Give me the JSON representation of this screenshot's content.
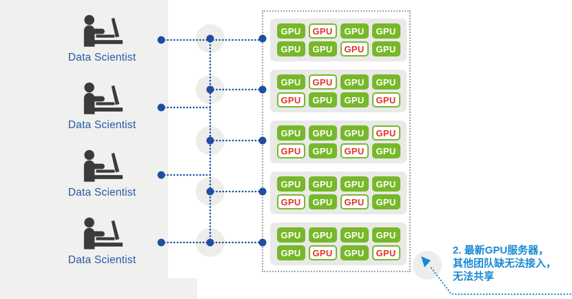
{
  "left_panel": {
    "scientists": [
      {
        "label": "Data Scientist"
      },
      {
        "label": "Data Scientist"
      },
      {
        "label": "Data Scientist"
      },
      {
        "label": "Data Scientist"
      }
    ]
  },
  "gpu_cluster": {
    "chip_label": "GPU",
    "servers": [
      {
        "rows": [
          [
            "green",
            "red",
            "green",
            "green"
          ],
          [
            "green",
            "green",
            "red",
            "green"
          ]
        ]
      },
      {
        "rows": [
          [
            "green",
            "red",
            "green",
            "green"
          ],
          [
            "red",
            "green",
            "green",
            "red"
          ]
        ]
      },
      {
        "rows": [
          [
            "green",
            "green",
            "green",
            "red"
          ],
          [
            "red",
            "green",
            "red",
            "green"
          ]
        ]
      },
      {
        "rows": [
          [
            "green",
            "green",
            "green",
            "green"
          ],
          [
            "red",
            "green",
            "red",
            "green"
          ]
        ]
      },
      {
        "rows": [
          [
            "green",
            "green",
            "green",
            "green"
          ],
          [
            "green",
            "red",
            "green",
            "red"
          ]
        ]
      }
    ]
  },
  "annotation": {
    "lines": [
      "2. 最新GPU服务器，",
      "其他团队缺无法接入，",
      "无法共享"
    ]
  },
  "colors": {
    "gpu_green": "#77b82a",
    "gpu_red_text": "#e23329",
    "connector_blue": "#1f4ea2",
    "label_blue": "#2a57a5",
    "annotation_blue": "#1789d4",
    "panel_gray": "#f0f0ef",
    "server_gray": "#e9e9e8",
    "icon_gray": "#3b3b3b",
    "halo_gray": "#ededec",
    "dashed_border_gray": "#a3a3a3"
  }
}
